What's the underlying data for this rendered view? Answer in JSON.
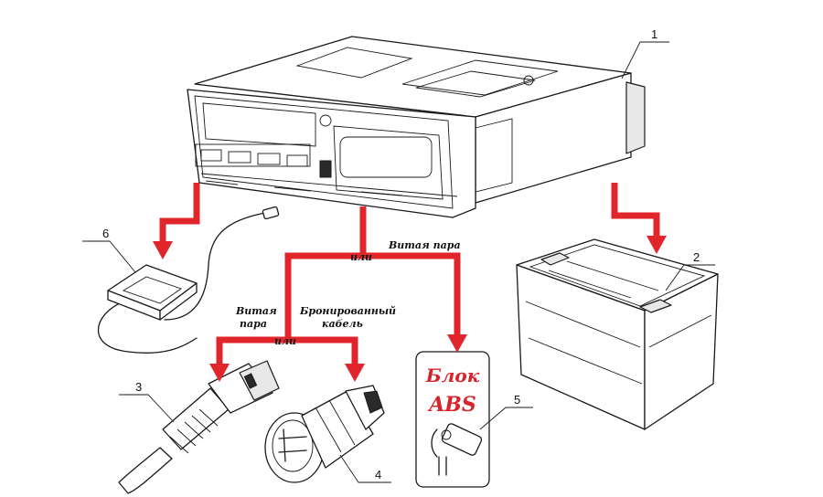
{
  "labels": {
    "twisted_pair_top": "Витая пара",
    "ili_top": "или",
    "twisted_pair_left_1": "Витая",
    "twisted_pair_left_2": "пара",
    "ili_left": "или",
    "armored_1": "Бронированный",
    "armored_2": "кабель"
  },
  "abs_block": {
    "line1": "Блок",
    "line2": "ABS"
  },
  "callouts": {
    "tachograph": "1",
    "battery": "2",
    "speed_sensor": "3",
    "pulse_sensor": "4",
    "abs_sensor": "5",
    "gps_antenna": "6"
  },
  "colors": {
    "connection_arrows": "#e0262b"
  }
}
